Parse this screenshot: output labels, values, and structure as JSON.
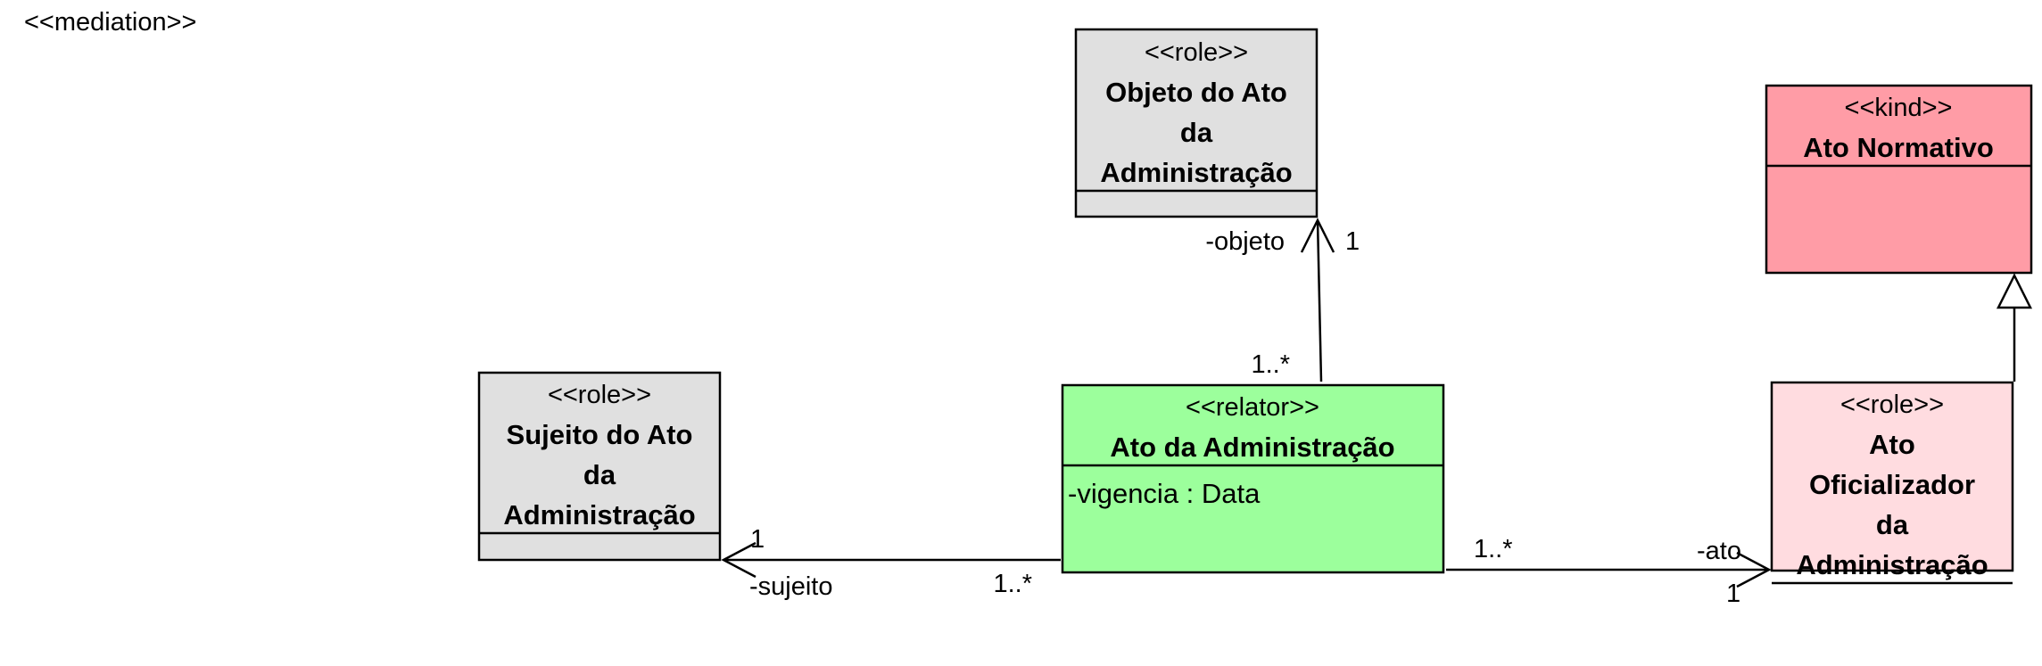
{
  "diagram": {
    "title": "<<mediation>>",
    "classes": {
      "objeto": {
        "stereotype": "<<role>>",
        "name_lines": [
          "Objeto do Ato",
          "da",
          "Administração"
        ],
        "fill": "#e0e0e0"
      },
      "sujeito": {
        "stereotype": "<<role>>",
        "name_lines": [
          "Sujeito do Ato",
          "da",
          "Administração"
        ],
        "fill": "#e0e0e0"
      },
      "relator": {
        "stereotype": "<<relator>>",
        "name_lines": [
          "Ato da Administração"
        ],
        "attributes": [
          "-vigencia : Data"
        ],
        "fill": "#9cff9c"
      },
      "normativo": {
        "stereotype": "<<kind>>",
        "name_lines": [
          "Ato Normativo"
        ],
        "fill": "#ff9ca6"
      },
      "oficializador": {
        "stereotype": "<<role>>",
        "name_lines": [
          "Ato",
          "Oficializador",
          "da",
          "Administração"
        ],
        "fill": "#ffdce0"
      }
    },
    "associations": {
      "objeto": {
        "role": "-objeto",
        "target_mult": "1",
        "source_mult": "1..*"
      },
      "sujeito": {
        "role": "-sujeito",
        "target_mult": "1",
        "source_mult": "1..*"
      },
      "ato": {
        "role": "-ato",
        "target_mult": "1",
        "source_mult": "1..*"
      }
    }
  }
}
